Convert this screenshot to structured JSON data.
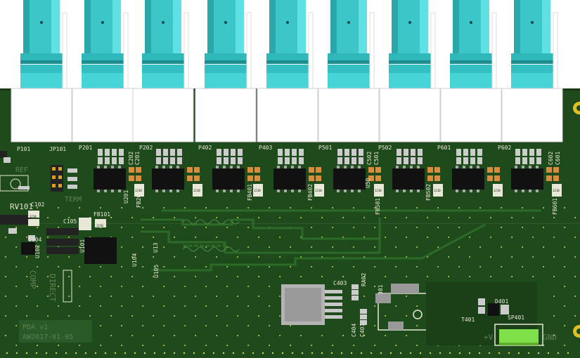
{
  "board": {
    "title": "PDA v1",
    "date": "AW2017-01-05",
    "labels": {
      "ref": "REF",
      "term": "TERM",
      "comp": "COMP",
      "direct": "DIRECT",
      "plus_v": "+V",
      "gnd": "GND"
    },
    "refs": {
      "p101": "P101",
      "p201": "P201",
      "p202": "P202",
      "p402": "P402",
      "p403": "P403",
      "p501": "P501",
      "p502": "P502",
      "p601": "P601",
      "p602": "P602",
      "jp101": "JP101",
      "rv101": "RV101",
      "fb101": "FB101",
      "c102": "C102",
      "c105": "C105",
      "c104": "C104",
      "u101": "U101",
      "u102": "U102",
      "u104": "U104",
      "u105": "U105",
      "u13": "U13",
      "u201": "U201",
      "fb201": "FB201",
      "fb401": "FB401",
      "fb402": "FB402",
      "u50": "U50",
      "fb501": "FB501",
      "fb502": "FB502",
      "fb601": "FB601",
      "c202": "C202",
      "c201": "C201",
      "c502": "C502",
      "c501": "C501",
      "c602": "C602",
      "c601": "C601",
      "c403": "C403",
      "c404": "C404",
      "c401": "C401",
      "r301": "301",
      "ra02": "RA02",
      "t401": "T401",
      "d401": "D401",
      "sp401": "SP401"
    },
    "package_size": "1210",
    "colors": {
      "pcb": "#1f4a1c",
      "bnc": "#41d1d3",
      "copper": "#d98c3c",
      "terminal": "#7fe04a"
    }
  }
}
